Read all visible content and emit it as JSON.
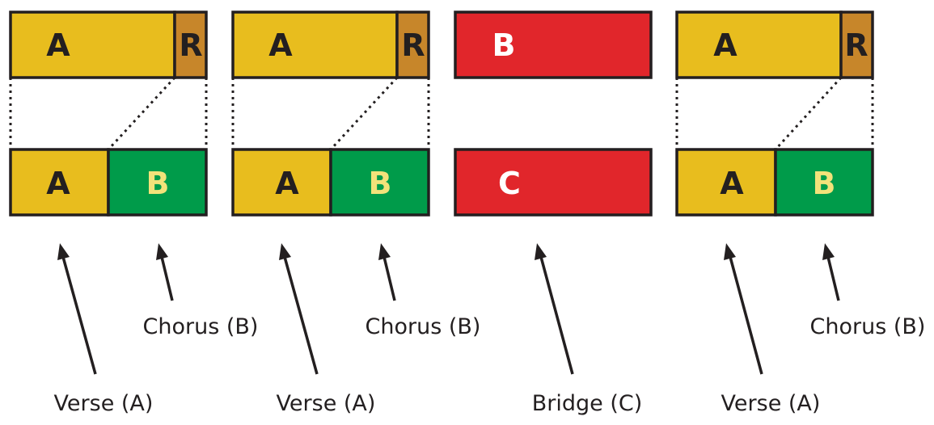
{
  "colors": {
    "verse": "#e8bd1e",
    "refrain": "#c7862a",
    "chorus": "#009b4a",
    "bridge": "#e1262b",
    "outline": "#231f20",
    "label_dark": "#231f20",
    "label_light": "#f2e27a",
    "label_white": "#ffffff"
  },
  "groups": [
    {
      "top": [
        {
          "label": "A",
          "kind": "verse"
        },
        {
          "label": "R",
          "kind": "refrain"
        }
      ],
      "bottom": [
        {
          "label": "A",
          "kind": "verse"
        },
        {
          "label": "B",
          "kind": "chorus"
        }
      ],
      "captions": {
        "left": "Verse (A)",
        "right": "Chorus (B)"
      }
    },
    {
      "top": [
        {
          "label": "A",
          "kind": "verse"
        },
        {
          "label": "R",
          "kind": "refrain"
        }
      ],
      "bottom": [
        {
          "label": "A",
          "kind": "verse"
        },
        {
          "label": "B",
          "kind": "chorus"
        }
      ],
      "captions": {
        "left": "Verse (A)",
        "right": "Chorus (B)"
      }
    },
    {
      "top": [
        {
          "label": "B",
          "kind": "bridge"
        }
      ],
      "bottom": [
        {
          "label": "C",
          "kind": "bridge"
        }
      ],
      "captions": {
        "center": "Bridge (C)"
      }
    },
    {
      "top": [
        {
          "label": "A",
          "kind": "verse"
        },
        {
          "label": "R",
          "kind": "refrain"
        }
      ],
      "bottom": [
        {
          "label": "A",
          "kind": "verse"
        },
        {
          "label": "B",
          "kind": "chorus"
        }
      ],
      "captions": {
        "left": "Verse (A)",
        "right": "Chorus (B)"
      }
    }
  ]
}
